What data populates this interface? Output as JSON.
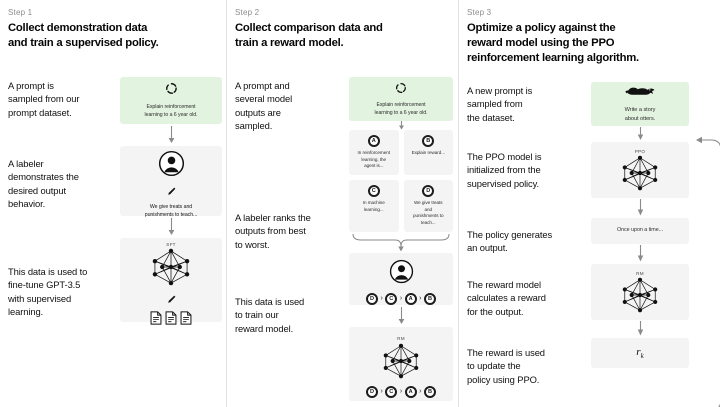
{
  "steps": [
    {
      "label": "Step 1",
      "title": "Collect demonstration data\nand train a supervised policy.",
      "captions": [
        "A prompt is\nsampled from our\nprompt dataset.",
        "A labeler\ndemonstrates the\ndesired output\nbehavior.",
        "This data is used to\nfine-tune GPT-3.5\nwith supervised\nlearning."
      ],
      "flow": {
        "prompt_box": {
          "icon": "recycle-icon",
          "text": "Explain reinforcement\nlearning to a 6 year old."
        },
        "labeler_box": {
          "icon": "labeler-icon",
          "pencil": "pencil-icon",
          "text": "We give treats and\npunishments to teach..."
        },
        "model_box": {
          "label": "SFT",
          "icon": "neural-net-icon",
          "pencil": "pencil-icon",
          "docs": "documents-icon"
        }
      }
    },
    {
      "label": "Step 2",
      "title": "Collect comparison data and\ntrain a reward model.",
      "captions": [
        "A prompt and\nseveral model\noutputs are\nsampled.",
        "A labeler ranks the\noutputs from best\nto worst.",
        "This data is used\nto train our\nreward model."
      ],
      "flow": {
        "prompt_box": {
          "icon": "recycle-icon",
          "text": "Explain reinforcement\nlearning to a 6 year old."
        },
        "outputs": [
          {
            "letter": "A",
            "text": "In reinforcement\nlearning, the\nagent is..."
          },
          {
            "letter": "B",
            "text": "Explain reward..."
          },
          {
            "letter": "C",
            "text": "In machine\nlearning..."
          },
          {
            "letter": "D",
            "text": "We give treats and\npunishments to\nteach..."
          }
        ],
        "ranking_box": {
          "icon": "labeler-icon",
          "ranking": [
            "D",
            "C",
            "A",
            "B"
          ],
          "separator": "›"
        },
        "reward_model_box": {
          "label": "RM",
          "icon": "neural-net-icon",
          "ranking": [
            "D",
            "C",
            "A",
            "B"
          ],
          "separator": "›"
        }
      }
    },
    {
      "label": "Step 3",
      "title": "Optimize a policy against the\nreward model using the PPO\nreinforcement learning algorithm.",
      "captions": [
        "A new prompt is\nsampled from\nthe dataset.",
        "The PPO model is\ninitialized from the\nsupervised policy.",
        "The policy generates\nan output.",
        "The reward model\ncalculates a reward\nfor the output.",
        "The reward is used\nto update the\npolicy using PPO."
      ],
      "flow": {
        "prompt_box": {
          "icon": "otter-icon",
          "text": "Write a story\nabout otters."
        },
        "ppo_box": {
          "label": "PPO",
          "icon": "neural-net-icon"
        },
        "output_box": {
          "text": "Once upon a time..."
        },
        "rm_box": {
          "label": "RM",
          "icon": "neural-net-icon"
        },
        "reward_box": {
          "value": "r",
          "subscript": "k"
        }
      }
    }
  ],
  "colors": {
    "prompt_green": "#e2f3e0",
    "box_gray": "#f4f4f4",
    "divider": "#e3e3e3",
    "ink": "#0a0a0a",
    "muted": "#8b8b8b"
  }
}
